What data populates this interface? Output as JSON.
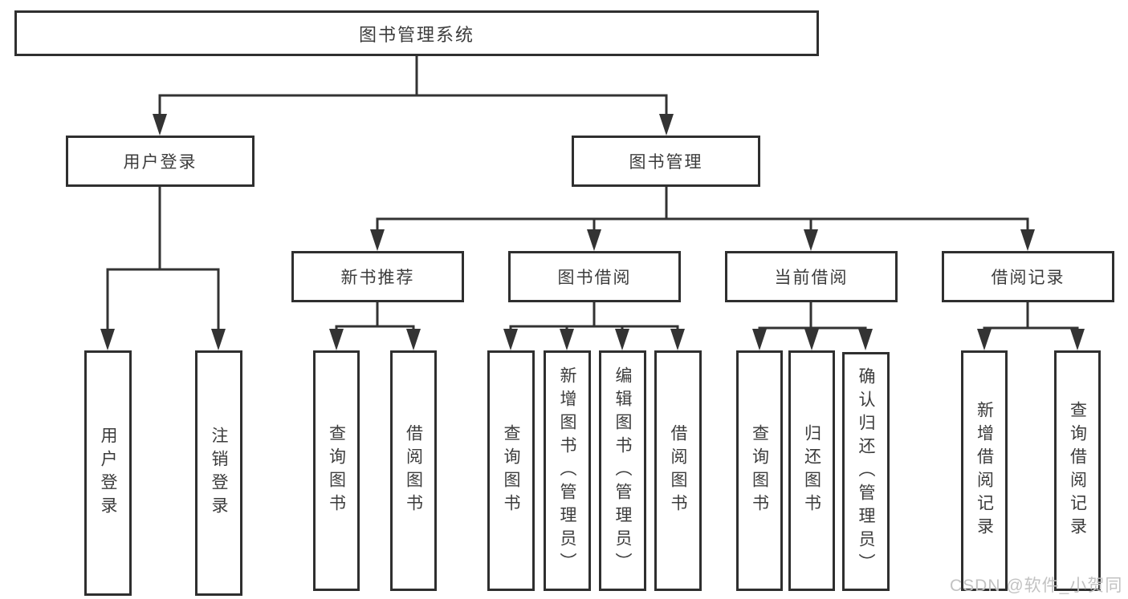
{
  "diagram_title": "图书管理系统",
  "nodes": {
    "root": {
      "label": "图书管理系统"
    },
    "user_login_group": {
      "label": "用户登录"
    },
    "book_management": {
      "label": "图书管理"
    },
    "new_book_recommend": {
      "label": "新书推荐"
    },
    "book_borrowing": {
      "label": "图书借阅"
    },
    "current_borrowing": {
      "label": "当前借阅"
    },
    "borrowing_records": {
      "label": "借阅记录"
    },
    "leaf_user_login": {
      "label": "用户登录"
    },
    "leaf_logout": {
      "label": "注销登录"
    },
    "leaf_rec_query_books": {
      "label": "查询图书"
    },
    "leaf_rec_borrow_books": {
      "label": "借阅图书"
    },
    "leaf_bb_query_books": {
      "label": "查询图书"
    },
    "leaf_bb_add_books_admin": {
      "label": "新增图书（管理员）"
    },
    "leaf_bb_edit_books_admin": {
      "label": "编辑图书（管理员）"
    },
    "leaf_bb_borrow_books": {
      "label": "借阅图书"
    },
    "leaf_cb_query_books": {
      "label": "查询图书"
    },
    "leaf_cb_return_books": {
      "label": "归还图书"
    },
    "leaf_cb_confirm_return_admin": {
      "label": "确认归还（管理员）"
    },
    "leaf_br_add_record": {
      "label": "新增借阅记录"
    },
    "leaf_br_query_record": {
      "label": "查询借阅记录"
    }
  },
  "hierarchy": {
    "图书管理系统": {
      "用户登录": [
        "用户登录",
        "注销登录"
      ],
      "图书管理": {
        "新书推荐": [
          "查询图书",
          "借阅图书"
        ],
        "图书借阅": [
          "查询图书",
          "新增图书（管理员）",
          "编辑图书（管理员）",
          "借阅图书"
        ],
        "当前借阅": [
          "查询图书",
          "归还图书",
          "确认归还（管理员）"
        ],
        "借阅记录": [
          "新增借阅记录",
          "查询借阅记录"
        ]
      }
    }
  },
  "watermark": {
    "text": "CSDN @软件_小贺同学"
  },
  "colors": {
    "border": "#2f2f2f",
    "line": "#333333",
    "text": "#3c3c3c",
    "watermark": "#c2c2c2",
    "background": "#ffffff"
  }
}
